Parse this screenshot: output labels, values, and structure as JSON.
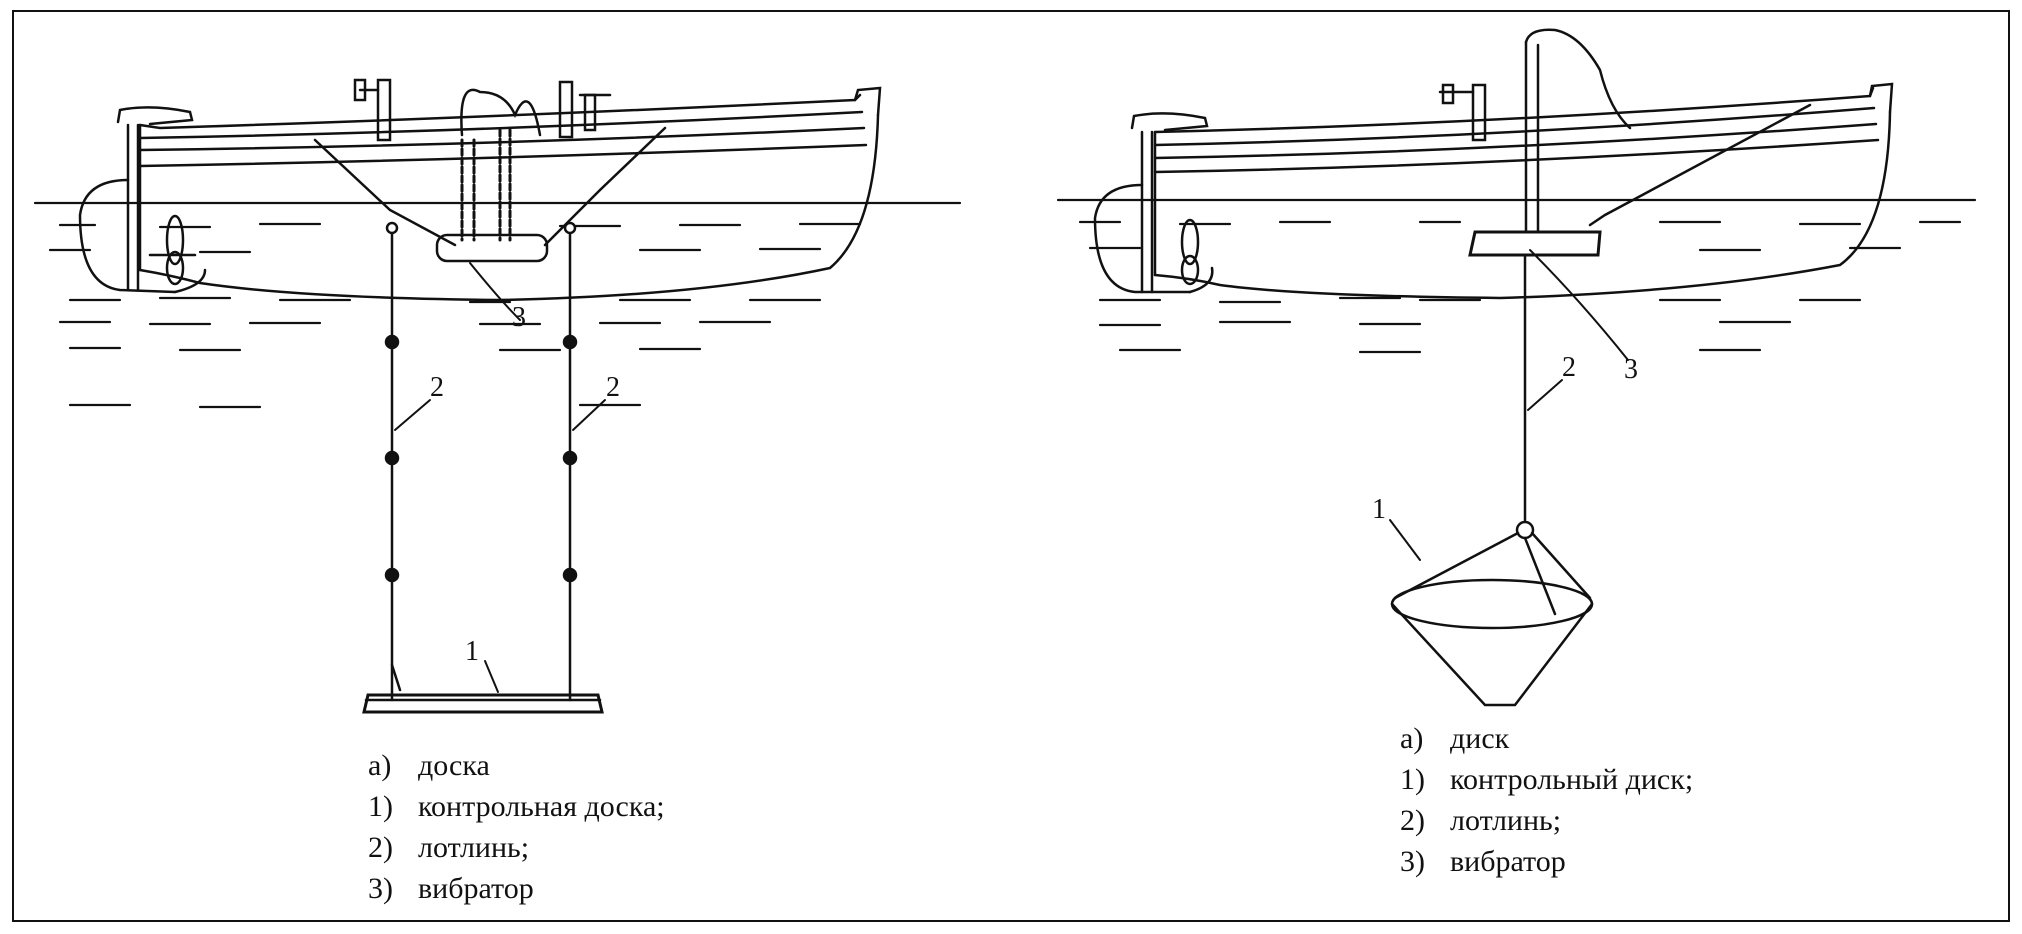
{
  "panel_left": {
    "callouts": {
      "c1": "1",
      "c2a": "2",
      "c2b": "2",
      "c3": "3"
    },
    "legend": [
      {
        "num": "а)",
        "text": "доска"
      },
      {
        "num": "1)",
        "text": "контрольная доска;"
      },
      {
        "num": "2)",
        "text": "лотлинь;"
      },
      {
        "num": "3)",
        "text": "вибратор"
      }
    ]
  },
  "panel_right": {
    "callouts": {
      "c1": "1",
      "c2": "2",
      "c3": "3"
    },
    "legend": [
      {
        "num": "а)",
        "text": "диск"
      },
      {
        "num": "1)",
        "text": "контрольный диск;"
      },
      {
        "num": "2)",
        "text": "лотлинь;"
      },
      {
        "num": "3)",
        "text": "вибратор"
      }
    ]
  }
}
